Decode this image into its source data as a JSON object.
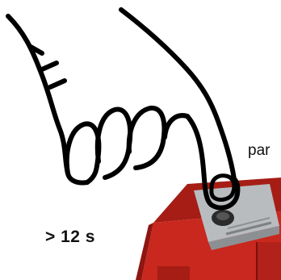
{
  "labels": {
    "side_text": "par",
    "duration": "> 12 s"
  },
  "colors": {
    "device_red": "#c8281e",
    "device_dark_red": "#8e1510",
    "panel_grey": "#b9bcbf",
    "button_dark": "#2b2b2b",
    "outline": "#000000"
  },
  "icons": {
    "hand": "pointing-hand-icon",
    "device": "red-stove-device"
  }
}
